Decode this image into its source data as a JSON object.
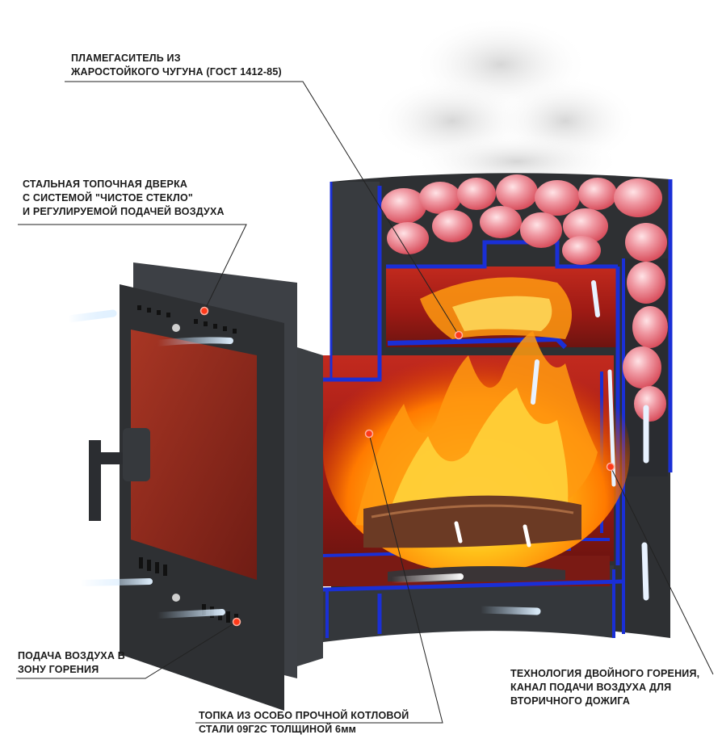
{
  "labels": {
    "flame_damper": [
      "ПЛАМЕГАСИТЕЛЬ ИЗ",
      "ЖАРОСТОЙКОГО ЧУГУНА (ГОСТ 1412-85)"
    ],
    "door": [
      "СТАЛЬНАЯ ТОПОЧНАЯ ДВЕРКА",
      "С СИСТЕМОЙ \"ЧИСТОЕ СТЕКЛО\"",
      "И РЕГУЛИРУЕМОЙ ПОДАЧЕЙ ВОЗДУХА"
    ],
    "air_supply": [
      "ПОДАЧА ВОЗДУХА В",
      "ЗОНУ ГОРЕНИЯ"
    ],
    "firebox": [
      "ТОПКА ИЗ ОСОБО ПРОЧНОЙ КОТЛОВОЙ",
      "СТАЛИ 09Г2С ТОЛЩИНОЙ 6мм"
    ],
    "double_burn": [
      "ТЕХНОЛОГИЯ ДВОЙНОГО ГОРЕНИЯ,",
      "КАНАЛ ПОДАЧИ ВОЗДУХА ДЛЯ",
      "ВТОРИЧНОГО ДОЖИГА"
    ]
  },
  "colors": {
    "steel": "#2e3033",
    "steel_light": "#4a4d52",
    "glass": "#8a2418",
    "inner_red": "#b4241b",
    "blue_edge": "#1a2fd6",
    "stone": "#e8808a",
    "flame": "#ff8a00",
    "marker": "#ff3a1a",
    "leader": "#222222"
  }
}
